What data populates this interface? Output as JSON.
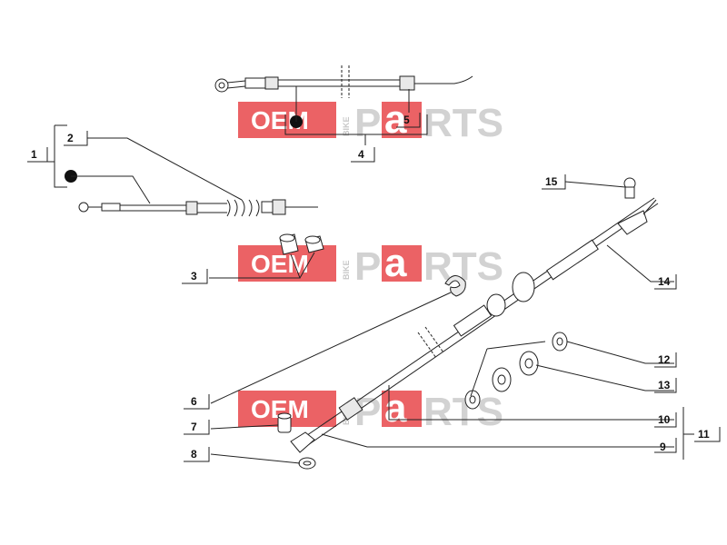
{
  "watermark": {
    "oem": "OEM",
    "bike": "BIKE",
    "p": "P",
    "a": "a",
    "rts": "RTS",
    "brand_red": "#e8474a"
  },
  "callouts": [
    {
      "id": "1",
      "text": "1"
    },
    {
      "id": "2",
      "text": "2"
    },
    {
      "id": "3",
      "text": "3"
    },
    {
      "id": "4",
      "text": "4"
    },
    {
      "id": "5",
      "text": "5"
    },
    {
      "id": "6",
      "text": "6"
    },
    {
      "id": "7",
      "text": "7"
    },
    {
      "id": "8",
      "text": "8"
    },
    {
      "id": "9",
      "text": "9"
    },
    {
      "id": "10",
      "text": "10"
    },
    {
      "id": "11",
      "text": "11"
    },
    {
      "id": "12",
      "text": "12"
    },
    {
      "id": "13",
      "text": "13"
    },
    {
      "id": "14",
      "text": "14"
    },
    {
      "id": "15",
      "text": "15"
    }
  ]
}
